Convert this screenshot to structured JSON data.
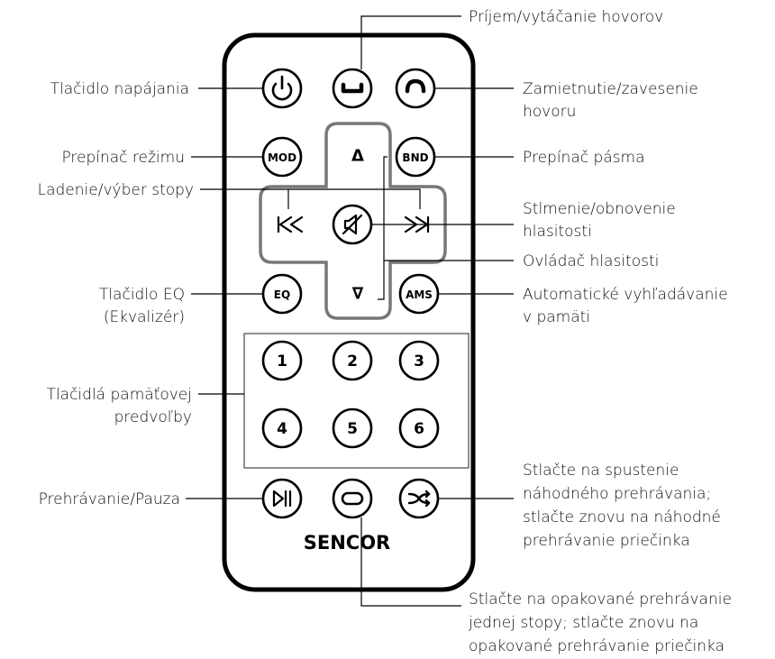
{
  "brand": "SENCOR",
  "buttons": {
    "power": "",
    "mod": "MOD",
    "bnd": "BND",
    "eq": "EQ",
    "ams": "AMS",
    "num1": "1",
    "num2": "2",
    "num3": "3",
    "num4": "4",
    "num5": "5",
    "num6": "6",
    "vol_up": "Δ",
    "vol_down": "∇"
  },
  "labels": {
    "accept_call": "Príjem/vytáčanie hovorov",
    "power": "Tlačidlo napájania",
    "reject_call_1": "Zamietnutie/zavesenie",
    "reject_call_2": "hovoru",
    "mode": "Prepínač režimu",
    "band": "Prepínač pásma",
    "tuning": "Ladenie/výber stopy",
    "mute_1": "Stlmenie/obnovenie",
    "mute_2": "hlasitosti",
    "volume": "Ovládač hlasitosti",
    "eq_1": "Tlačidlo EQ",
    "eq_2": "(Ekvalizér)",
    "ams_1": "Automatické vyhľadávanie",
    "ams_2": "v pamäti",
    "presets_1": "Tlačidlá pamäťovej",
    "presets_2": "predvoľby",
    "play_pause": "Prehrávanie/Pauza",
    "shuffle_1": "Stlačte na spustenie",
    "shuffle_2": "náhodného prehrávania;",
    "shuffle_3": "stlačte znovu na náhodné",
    "shuffle_4": "prehrávanie priečinka",
    "repeat_1": "Stlačte na opakované prehrávanie",
    "repeat_2": "jednej stopy; stlačte znovu na",
    "repeat_3": "opakované prehrávanie priečinka"
  }
}
